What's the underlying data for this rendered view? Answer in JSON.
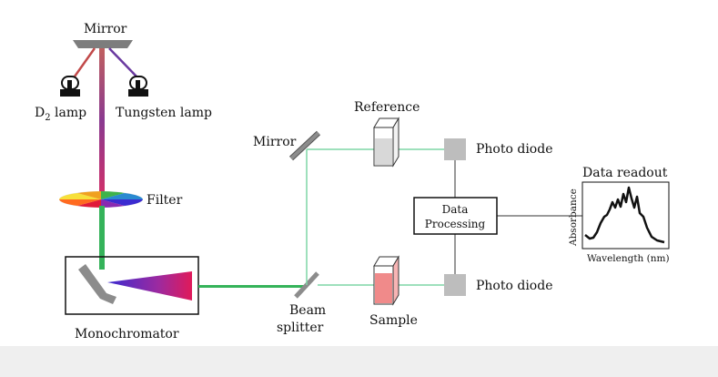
{
  "labels": {
    "mirror_top": "Mirror",
    "d2_lamp_main": "D",
    "d2_lamp_sub": "2",
    "d2_lamp_rest": " lamp",
    "tungsten_lamp": "Tungsten lamp",
    "filter": "Filter",
    "monochromator": "Monochromator",
    "mirror_mid": "Mirror",
    "beam_splitter_line1": "Beam",
    "beam_splitter_line2": "splitter",
    "reference": "Reference",
    "sample": "Sample",
    "photo_diode_top": "Photo diode",
    "photo_diode_bottom": "Photo diode",
    "data_processing_line1": "Data",
    "data_processing_line2": "Processing",
    "data_readout": "Data readout",
    "absorbance_axis": "Absorbance",
    "wavelength_axis": "Wavelength (nm)"
  },
  "colors": {
    "beam_green": "#35b35a",
    "light_beam": "#7fd6a6",
    "diode_gray": "#bdbdbd",
    "mirror_gray": "#8c8c8c",
    "sample_fill": "#f08a8a",
    "reference_fill": "#d9d9d9"
  }
}
